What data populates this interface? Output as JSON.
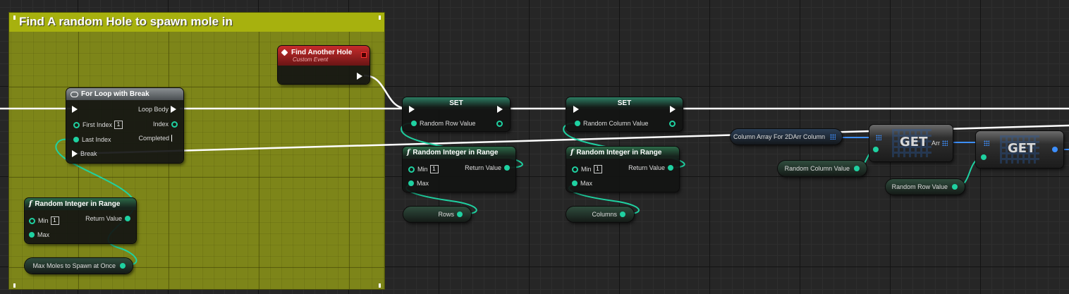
{
  "comment_box": {
    "title": "Find A random Hole to spawn mole in",
    "color": "#a7b10e"
  },
  "colors": {
    "exec_wire": "#ffffff",
    "int_pin": "#1fd1a1",
    "array_pin": "#3d8fff",
    "event_header": "#c82b2b"
  },
  "event_node": {
    "title": "Find Another Hole",
    "subtitle": "Custom Event",
    "icon": "diamond-event-icon"
  },
  "for_loop": {
    "title": "For Loop with Break",
    "icon": "loop-icon",
    "inputs": {
      "first_index": "First Index",
      "first_index_value": "1",
      "last_index": "Last Index",
      "break": "Break"
    },
    "outputs": {
      "loop_body": "Loop Body",
      "index": "Index",
      "completed": "Completed"
    }
  },
  "random_int_left": {
    "title": "Random Integer in Range",
    "min_label": "Min",
    "min_value": "1",
    "max_label": "Max",
    "return_label": "Return Value"
  },
  "var_max_moles": {
    "label": "Max Moles to Spawn at Once"
  },
  "set_row": {
    "title": "SET",
    "var_label": "Random Row Value"
  },
  "set_column": {
    "title": "SET",
    "var_label": "Random Column Value"
  },
  "random_int_row": {
    "title": "Random Integer in Range",
    "min_label": "Min",
    "min_value": "1",
    "max_label": "Max",
    "return_label": "Return Value"
  },
  "random_int_col": {
    "title": "Random Integer in Range",
    "min_label": "Min",
    "min_value": "1",
    "max_label": "Max",
    "return_label": "Return Value"
  },
  "var_rows": {
    "label": "Rows"
  },
  "var_columns": {
    "label": "Columns"
  },
  "var_column_array": {
    "label": "Column Array For 2DArr Column"
  },
  "var_random_column": {
    "label": "Random Column Value"
  },
  "var_random_row": {
    "label": "Random Row Value"
  },
  "get_1": {
    "title": "GET",
    "out_label": "Arr"
  },
  "get_2": {
    "title": "GET"
  }
}
